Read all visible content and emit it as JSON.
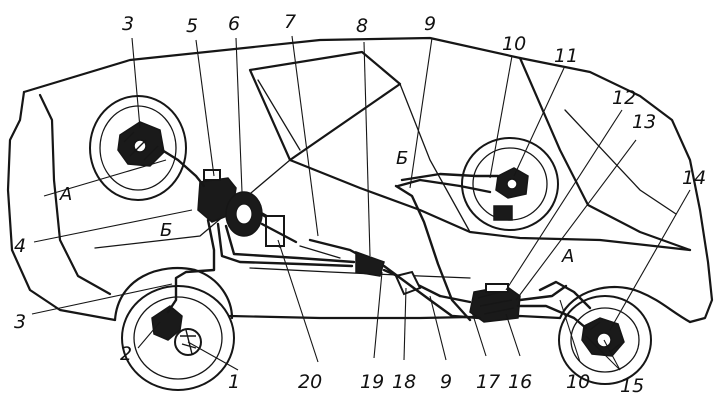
{
  "callouts": [
    "1",
    "2",
    "3",
    "4",
    "5",
    "6",
    "7",
    "8",
    "9",
    "10",
    "11",
    "12",
    "13",
    "14",
    "15",
    "16",
    "17",
    "18",
    "19",
    "20"
  ],
  "labels": {
    "n1": "1",
    "n2": "2",
    "n3_top": "3",
    "n3_bottom": "3",
    "n4": "4",
    "n5": "5",
    "n6": "6",
    "n7": "7",
    "n8": "8",
    "n9_top": "9",
    "n9_bottom": "9",
    "n10_top": "10",
    "n10_bottom": "10",
    "n11": "11",
    "n12": "12",
    "n13": "13",
    "n14": "14",
    "n15": "15",
    "n16": "16",
    "n17": "17",
    "n18": "18",
    "n19": "19",
    "n20": "20"
  },
  "letters": {
    "a_front": "А",
    "a_rear": "А",
    "b_left": "Б",
    "b_center": "Б"
  }
}
